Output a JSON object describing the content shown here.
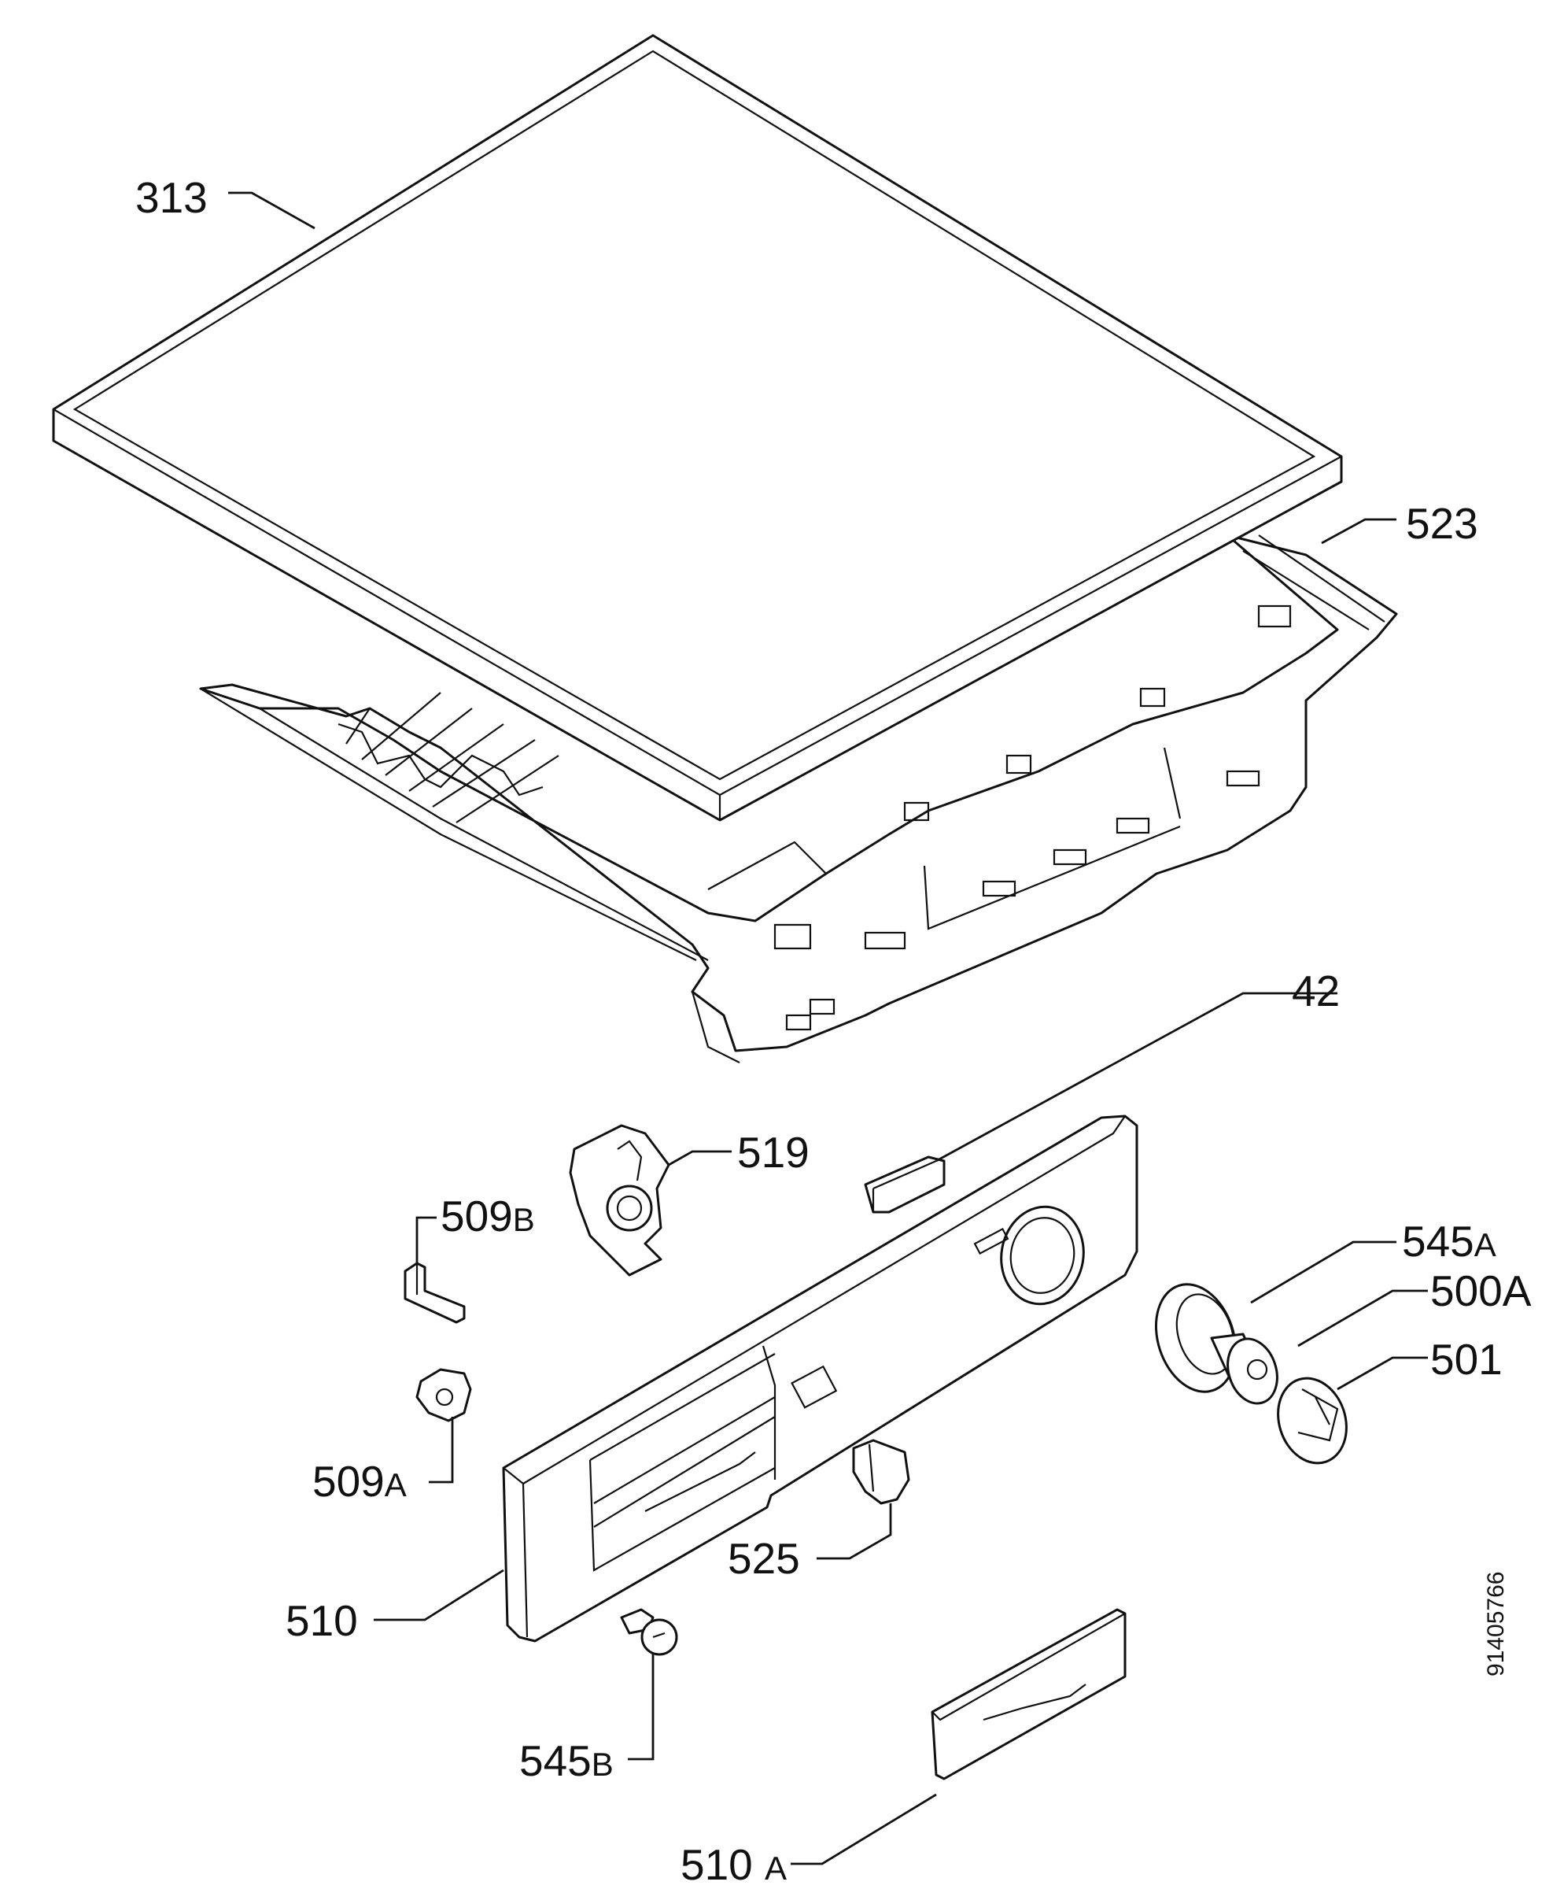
{
  "diagram": {
    "labels": {
      "p313": "313",
      "p523": "523",
      "p42": "42",
      "p519": "519",
      "p509b": "509",
      "p509b_suffix": "B",
      "p509a": "509",
      "p509a_suffix": "A",
      "p545a": "545",
      "p545a_suffix": "A",
      "p500a": "500A",
      "p501": "501",
      "p525": "525",
      "p510": "510",
      "p545b": "545",
      "p545b_suffix": "B",
      "p510a": "510",
      "p510a_suffix": "A"
    },
    "document_number": "91405766"
  }
}
